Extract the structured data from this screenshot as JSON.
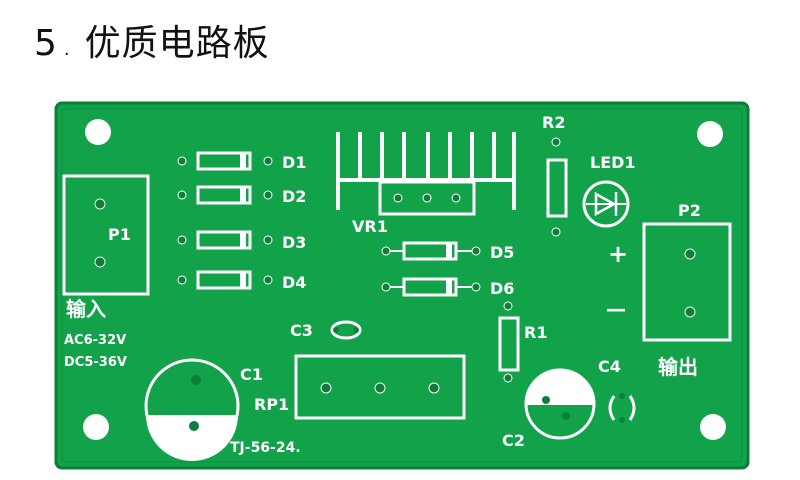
{
  "caption": {
    "number": "5",
    "separator": ".",
    "title": "优质电路板"
  },
  "board": {
    "colors": {
      "board": "#12a24a",
      "board_edge": "#0b7f36",
      "silk": "#ffffff",
      "pad": "#0e8f40"
    },
    "labels": {
      "d1": "D1",
      "d2": "D2",
      "d3": "D3",
      "d4": "D4",
      "d5": "D5",
      "d6": "D6",
      "r1": "R1",
      "r2": "R2",
      "led1": "LED1",
      "p1": "P1",
      "p2": "P2",
      "vr1": "VR1",
      "c1": "C1",
      "c2": "C2",
      "c3": "C3",
      "c4": "C4",
      "rp1": "RP1",
      "input": "输入",
      "ac_range": "AC6-32V",
      "dc_range": "DC5-36V",
      "output": "输出",
      "plus": "+",
      "minus": "—",
      "cap_plus": "+",
      "model": "TJ-56-24."
    }
  }
}
